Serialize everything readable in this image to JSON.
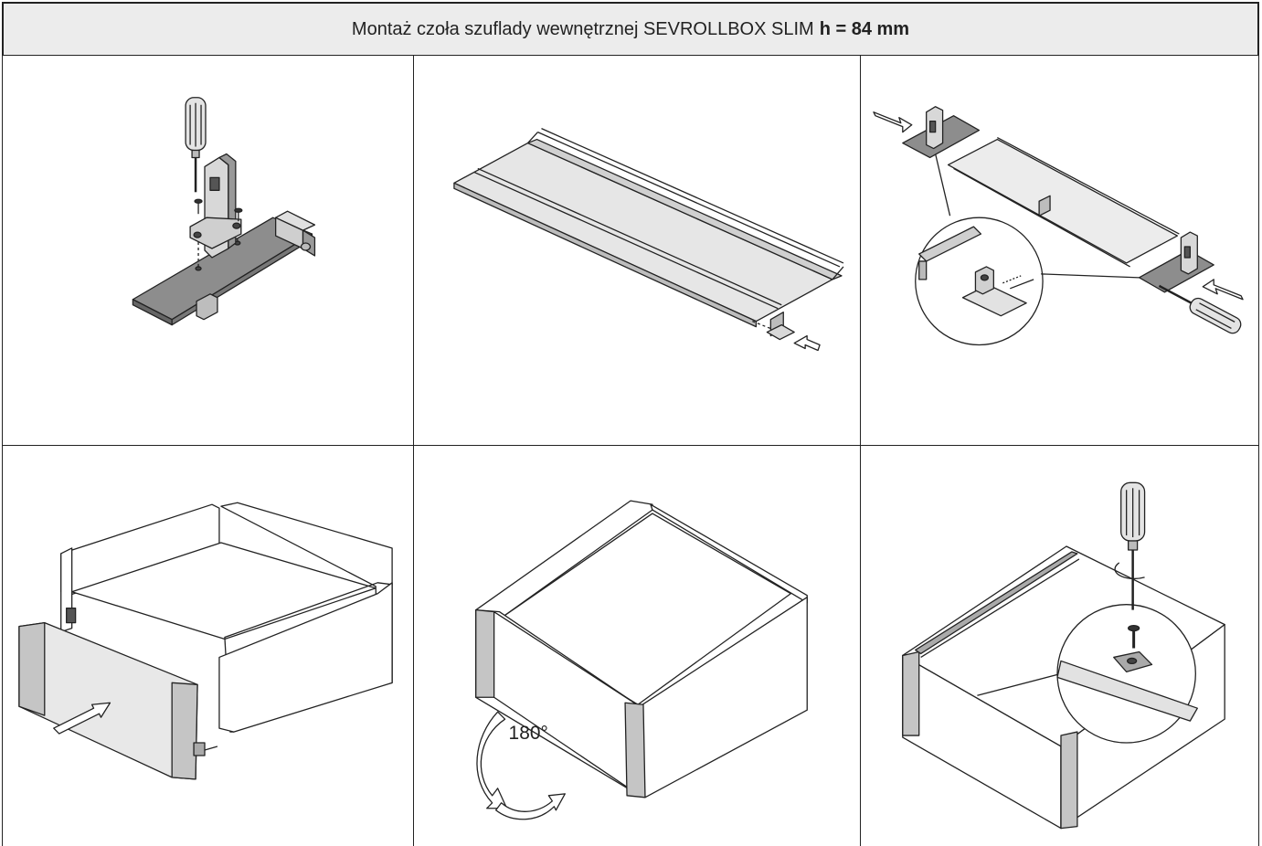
{
  "header": {
    "title_prefix": "Montaż czoła szuflady wewnętrznej SEVROLLBOX SLIM",
    "title_bold": "h = 84 mm"
  },
  "steps": [
    {
      "id": 1,
      "name": "mount-front-bracket"
    },
    {
      "id": 2,
      "name": "insert-clip-into-profile"
    },
    {
      "id": 3,
      "name": "attach-profile-to-brackets"
    },
    {
      "id": 4,
      "name": "insert-front-panel"
    },
    {
      "id": 5,
      "name": "rotate-drawer",
      "rotation_label": "180°"
    },
    {
      "id": 6,
      "name": "screw-clip-into-front"
    }
  ],
  "colors": {
    "line": "#222222",
    "panel_dark": "#8a8a8a",
    "panel_light": "#e6e6e6",
    "header_bg": "#ececec"
  }
}
